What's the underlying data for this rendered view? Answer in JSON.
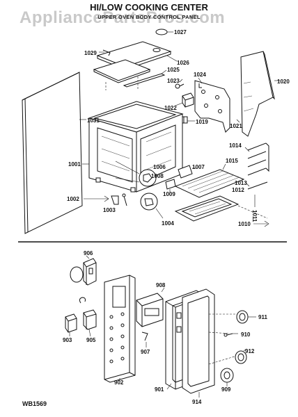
{
  "watermark": "AppliancePartsPros.com",
  "title": "HI/LOW COOKING CENTER",
  "subtitle": "UPPER OVEN BODY CONTROL PANEL",
  "drawing_code": "WB1569",
  "parts": {
    "p1027": "1027",
    "p1029": "1029",
    "p1026": "1026",
    "p1025": "1025",
    "p1024": "1024",
    "p1023": "1023",
    "p1020": "1020",
    "p1022": "1022",
    "p1019": "1019",
    "p1021": "1021",
    "p1031": "1031",
    "p1014": "1014",
    "p1001": "1001",
    "p1006": "1006",
    "p1007": "1007",
    "p1015": "1015",
    "p1008": "1008",
    "p1013": "1013",
    "p1012": "1012",
    "p1009": "1009",
    "p1002": "1002",
    "p1003": "1003",
    "p1011": "1011",
    "p1004": "1004",
    "p1010": "1010",
    "p906": "906",
    "p908": "908",
    "p911": "911",
    "p910": "910",
    "p903": "903",
    "p905": "905",
    "p907": "907",
    "p912": "912",
    "p902": "902",
    "p901": "901",
    "p909": "909",
    "p914": "914"
  }
}
